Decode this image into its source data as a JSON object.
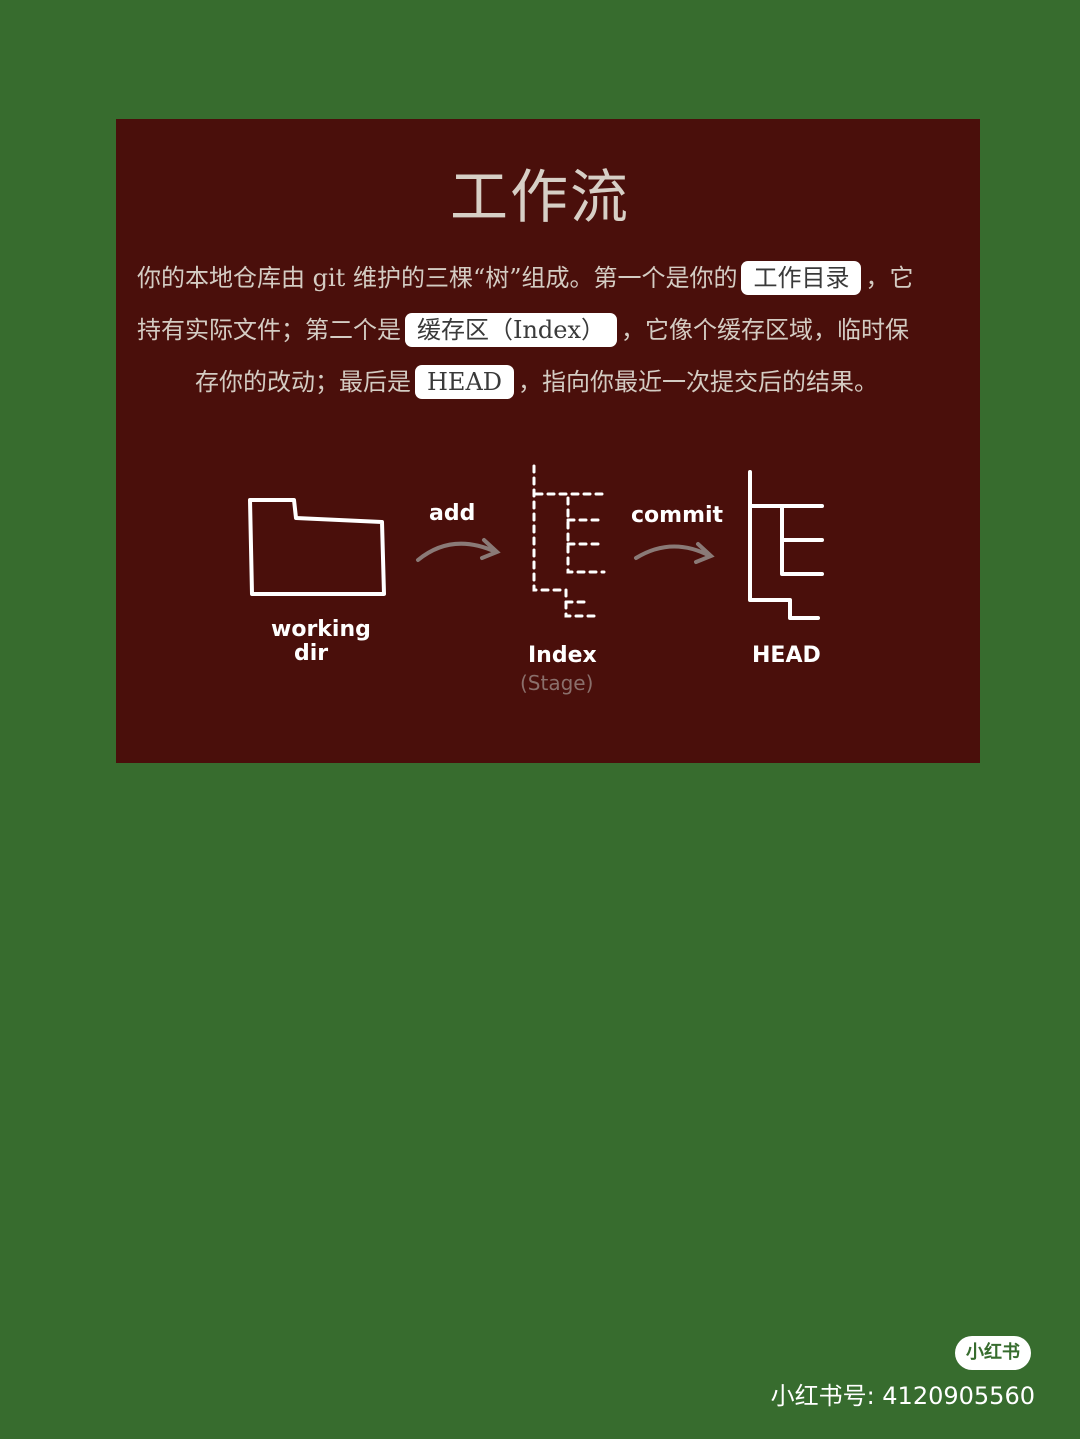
{
  "title": "工作流",
  "paragraph": {
    "line1_pre": "你的本地仓库由 git 维护的三棵“树”组成。第一个是你的",
    "working_dir_tag": "工作目录",
    "line1_post": "，它",
    "line2_pre": "持有实际文件；第二个是",
    "index_tag": "缓存区（Index）",
    "line2_post": "，它像个缓存区域，临时保",
    "line3_pre": "存你的改动；最后是",
    "head_tag": "HEAD",
    "line3_post": "，指向你最近一次提交后的结果。"
  },
  "diagram": {
    "nodes": {
      "working_line1": "working",
      "working_line2": "dir",
      "index": "Index",
      "index_sub": "(Stage)",
      "head": "HEAD"
    },
    "arrows": {
      "add": "add",
      "commit": "commit"
    }
  },
  "watermark": {
    "badge": "小红书",
    "id_text": "小红书号: 4120905560"
  }
}
